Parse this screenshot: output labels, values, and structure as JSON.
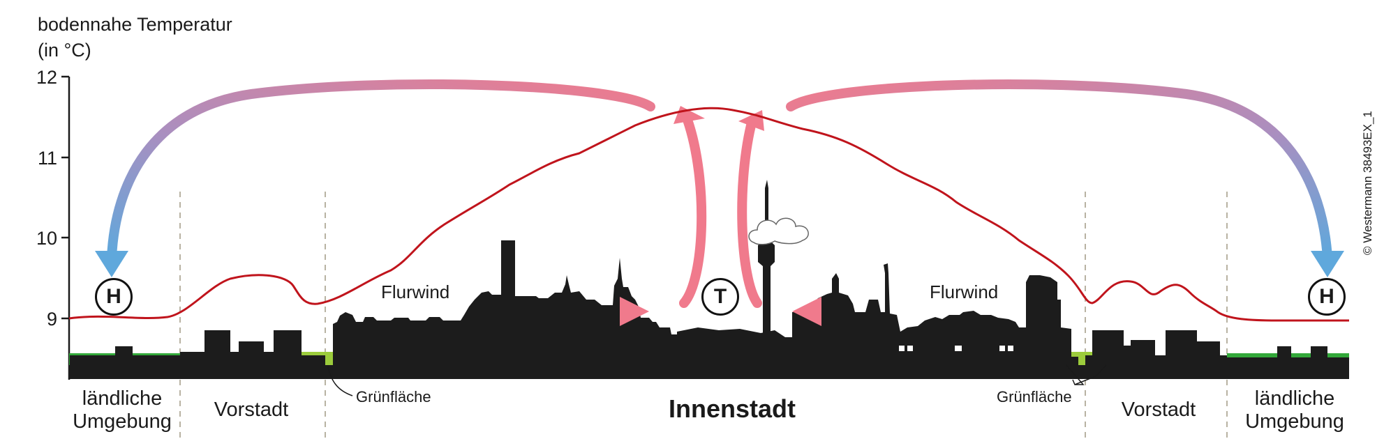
{
  "diagram": {
    "ylabel_line1": "bodennahe Temperatur",
    "ylabel_line2": "(in °C)",
    "yticks": [
      "12",
      "11",
      "10",
      "9"
    ],
    "zones": {
      "left_rural_1": "ländliche",
      "left_rural_2": "Umgebung",
      "left_suburb": "Vorstadt",
      "center": "Innenstadt",
      "right_suburb": "Vorstadt",
      "right_rural_1": "ländliche",
      "right_rural_2": "Umgebung"
    },
    "greenspace_left": "Grünfläche",
    "greenspace_right": "Grünfläche",
    "wind_left": "Flurwind",
    "wind_right": "Flurwind",
    "high_left": "H",
    "high_right": "H",
    "low_center": "T",
    "copyright": "© Westermann 38493EX_1",
    "colors": {
      "temperature_curve": "#c0141c",
      "cold_air": "#5fa8dc",
      "warm_air": "#f07a8c",
      "green": "#33a83a",
      "light_green": "#9ccc3c",
      "city": "#1c1c1c"
    }
  }
}
